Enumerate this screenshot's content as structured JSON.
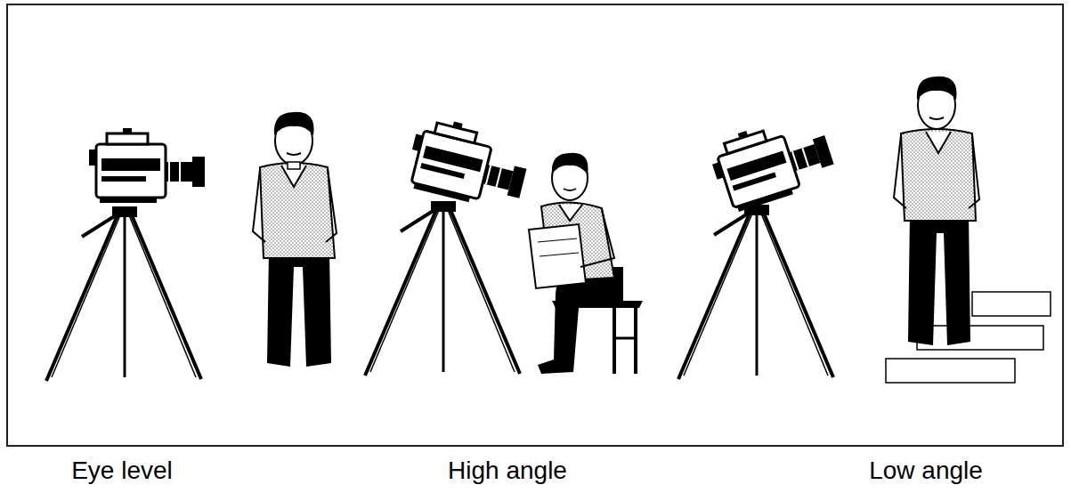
{
  "diagram": {
    "labels": [
      "Eye level",
      "High angle",
      "Low angle"
    ]
  }
}
